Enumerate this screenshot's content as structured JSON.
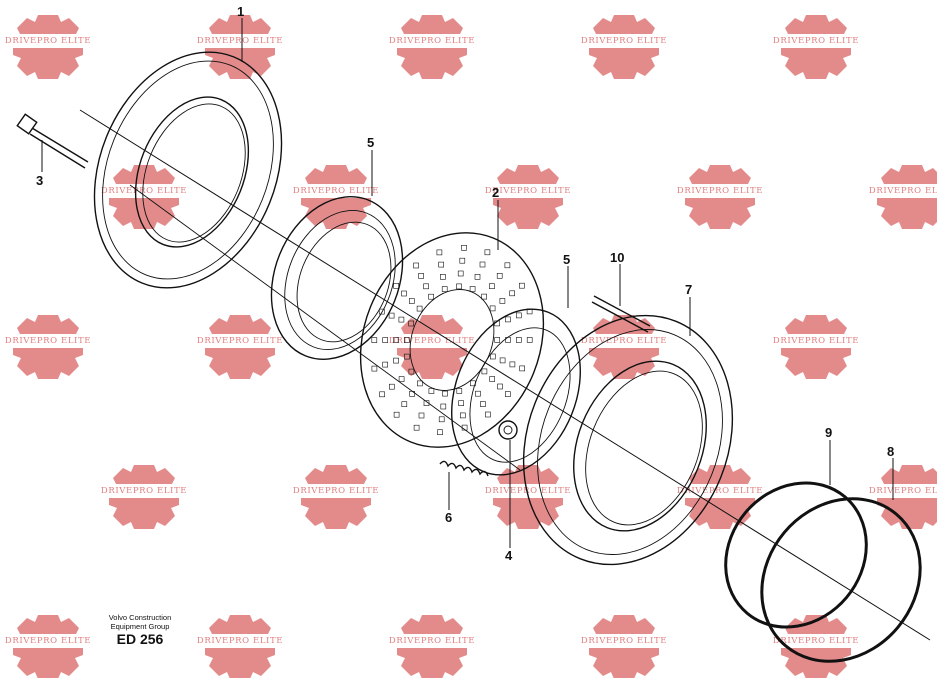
{
  "watermark": {
    "text": "DRIVEPRO ELITE",
    "color": "#e07f7f"
  },
  "callouts": [
    {
      "id": "c1",
      "label": "1"
    },
    {
      "id": "c2",
      "label": "2"
    },
    {
      "id": "c3",
      "label": "3"
    },
    {
      "id": "c4",
      "label": "4"
    },
    {
      "id": "c5a",
      "label": "5"
    },
    {
      "id": "c5b",
      "label": "5"
    },
    {
      "id": "c6",
      "label": "6"
    },
    {
      "id": "c7",
      "label": "7"
    },
    {
      "id": "c8",
      "label": "8"
    },
    {
      "id": "c9",
      "label": "9"
    },
    {
      "id": "c10",
      "label": "10"
    }
  ],
  "credit": {
    "line1": "Volvo Construction",
    "line2": "Equipment Group",
    "code": "ED 256"
  }
}
